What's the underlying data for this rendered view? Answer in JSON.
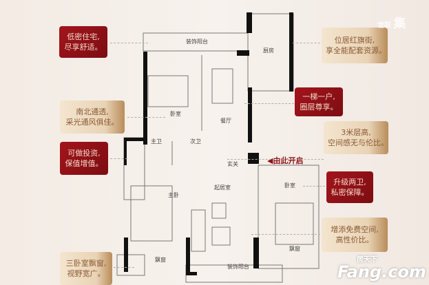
{
  "features": [
    {
      "lines": [
        "低密住宅,",
        "尽享舒适。"
      ],
      "style": "red"
    },
    {
      "lines": [
        "南北通透,",
        "采光通风俱佳。"
      ],
      "style": "gold"
    },
    {
      "lines": [
        "可做投资,",
        "保值增值。"
      ],
      "style": "red"
    },
    {
      "lines": [
        "三卧室飘窗,",
        "视野宽广。"
      ],
      "style": "gold"
    },
    {
      "lines": [
        "位居红旗街,",
        "享全能配套资源。"
      ],
      "style": "gold"
    },
    {
      "lines": [
        "一梯一户,",
        "圈层尊享。"
      ],
      "style": "red"
    },
    {
      "lines": [
        "3米层高,",
        "空间感无与伦比。"
      ],
      "style": "gold"
    },
    {
      "lines": [
        "升级两卫,",
        "私密保障。"
      ],
      "style": "red"
    },
    {
      "lines": [
        "增添免费空间,",
        "高性价比。"
      ],
      "style": "gold"
    }
  ],
  "rooms": {
    "balcony_north": "装饰阳台",
    "kitchen": "厨房",
    "bedroom_north": "卧室",
    "dining": "餐厅",
    "master_bath": "主卫",
    "second_bath": "次卫",
    "foyer": "玄关",
    "living": "起居室",
    "bedroom_east": "卧室",
    "master_bedroom": "主卧",
    "bay_window_1": "飘窗",
    "bay_window_2": "飘窗",
    "balcony_south": "装饰阳台"
  },
  "entrance": "由此开启",
  "watermark_top": [
    "世联",
    "集"
  ],
  "watermark_bottom": {
    "brand": "Fang.com",
    "cn": "房天下"
  },
  "colors": {
    "red": "#8f1218",
    "gold": "#e9d3b5",
    "wall": "#111111"
  }
}
